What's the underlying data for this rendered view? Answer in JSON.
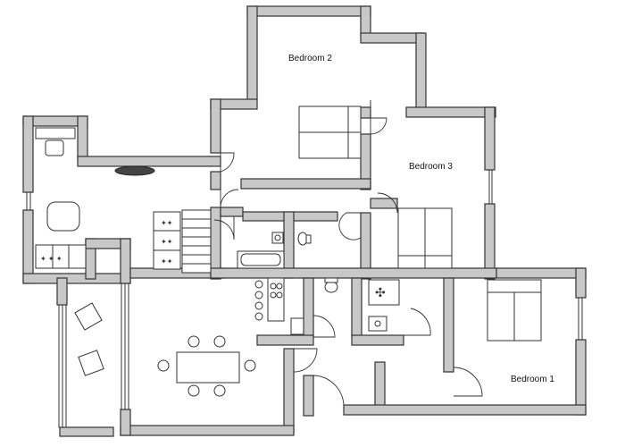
{
  "floorplan": {
    "rooms": [
      {
        "id": "bedroom-2",
        "label": "Bedroom 2"
      },
      {
        "id": "bedroom-3",
        "label": "Bedroom 3"
      },
      {
        "id": "bedroom-1",
        "label": "Bedroom 1"
      }
    ]
  }
}
